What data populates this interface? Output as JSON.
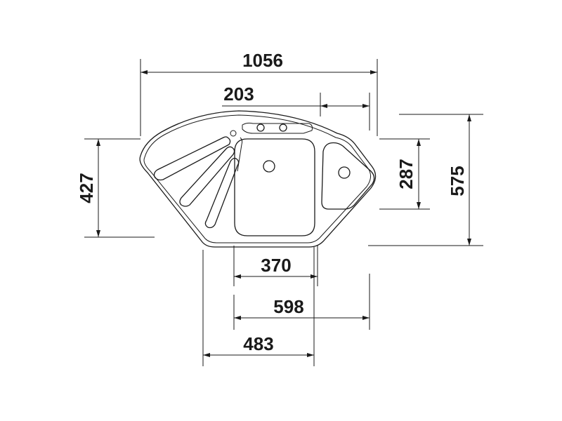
{
  "dimensions": {
    "overall_width": "1056",
    "drain_offset": "203",
    "left_height": "427",
    "small_bowl_depth": "287",
    "overall_depth": "575",
    "bowl_width": "370",
    "cutout_width": "598",
    "front_width": "483"
  }
}
